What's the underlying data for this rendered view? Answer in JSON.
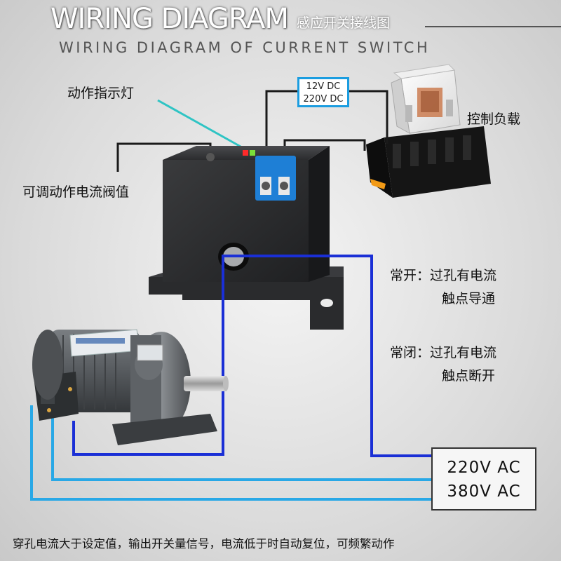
{
  "header": {
    "title_en": "WIRING DIAGRAM",
    "title_cn": "感应开关接线图",
    "subtitle": "WIRING DIAGRAM OF CURRENT SWITCH"
  },
  "labels": {
    "indicator_light": "动作指示灯",
    "adjustable_threshold": "可调动作电流阀值",
    "control_load": "控制负载",
    "normally_open_line1": "常开：过孔有电流",
    "normally_open_line2": "触点导通",
    "normally_closed_line1": "常闭：过孔有电流",
    "normally_closed_line2": "触点断开"
  },
  "dc_voltage": {
    "line1": "12V DC",
    "line2": "220V DC"
  },
  "ac_voltage": {
    "line1": "220V AC",
    "line2": "380V AC"
  },
  "footer": {
    "note": "穿孔电流大于设定值，输出开关量信号，电流低于时自动复位，可频繁动作"
  },
  "colors": {
    "wire_dark_blue": "#1a2fd6",
    "wire_light_blue": "#29a8e6",
    "wire_black": "#1a1a1a",
    "terminal_blue": "#1e7fd6",
    "indicator_pointer": "#2fc4c4"
  }
}
